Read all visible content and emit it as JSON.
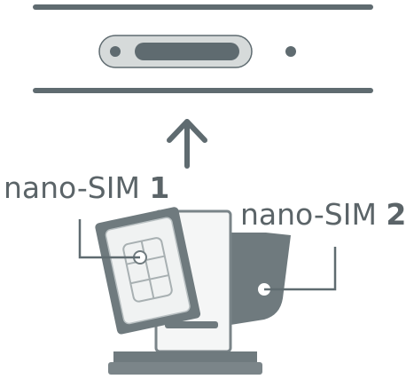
{
  "labels": {
    "sim1_text": "nano-SIM ",
    "sim1_number": "1",
    "sim2_text": "nano-SIM ",
    "sim2_number": "2"
  },
  "icons": {
    "insert_direction": "arrow-up-icon"
  },
  "colors": {
    "device_lines": "#5f6b70",
    "tray": "#6f7a7e",
    "sim_card": "#f0f2f2",
    "background": "#ffffff"
  }
}
